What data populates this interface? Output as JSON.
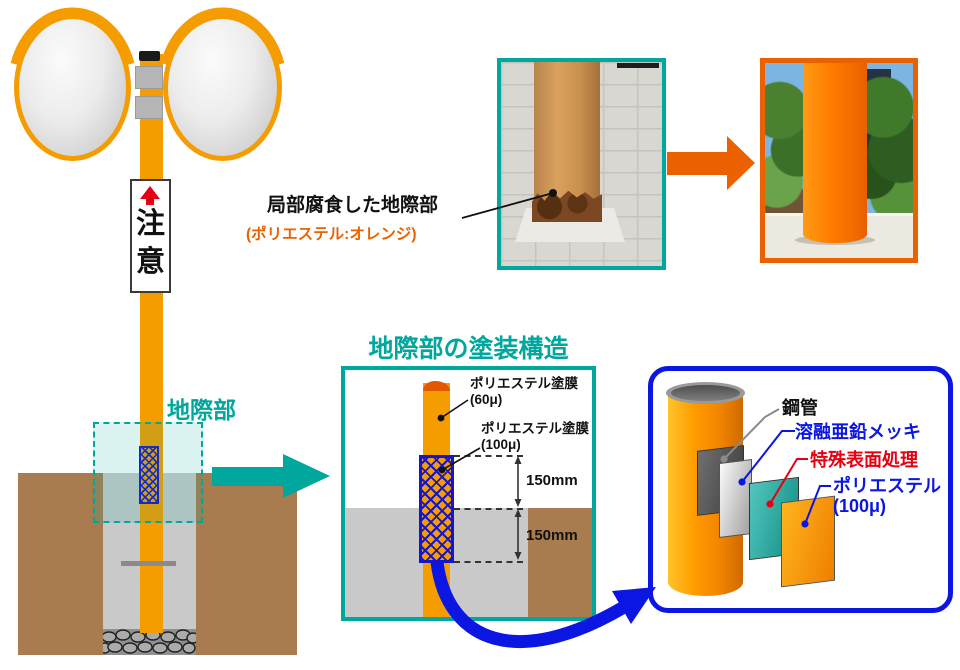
{
  "colors": {
    "pole_orange": "#F49C00",
    "deep_orange": "#EB6100",
    "teal_accent": "#00A79C",
    "blue_accent": "#0B16E3",
    "red_accent": "#E60012",
    "soil_brown": "#A87C4E",
    "concrete_gray": "#C9C9C9"
  },
  "left_diagram": {
    "sign": {
      "char_1": "注",
      "char_2": "意"
    },
    "ground_label": "地際部"
  },
  "photo_caption": {
    "line_1": "局部腐食した地際部",
    "line_2": "(ポリエステル:オレンジ)"
  },
  "coating_diagram": {
    "title": "地際部の塗装構造",
    "label_upper_line_1": "ポリエステル塗膜",
    "label_upper_line_2": "(60μ)",
    "label_lower_line_1": "ポリエステル塗膜",
    "label_lower_line_2": "(100μ)",
    "dim_above_ground": "150mm",
    "dim_below_ground": "150mm"
  },
  "layer_diagram": {
    "label_steel_pipe": "鋼管",
    "label_zinc_plating": "溶融亜鉛メッキ",
    "label_special_surface": "特殊表面処理",
    "label_polyester_line_1": "ポリエステル",
    "label_polyester_line_2": "(100μ)"
  }
}
